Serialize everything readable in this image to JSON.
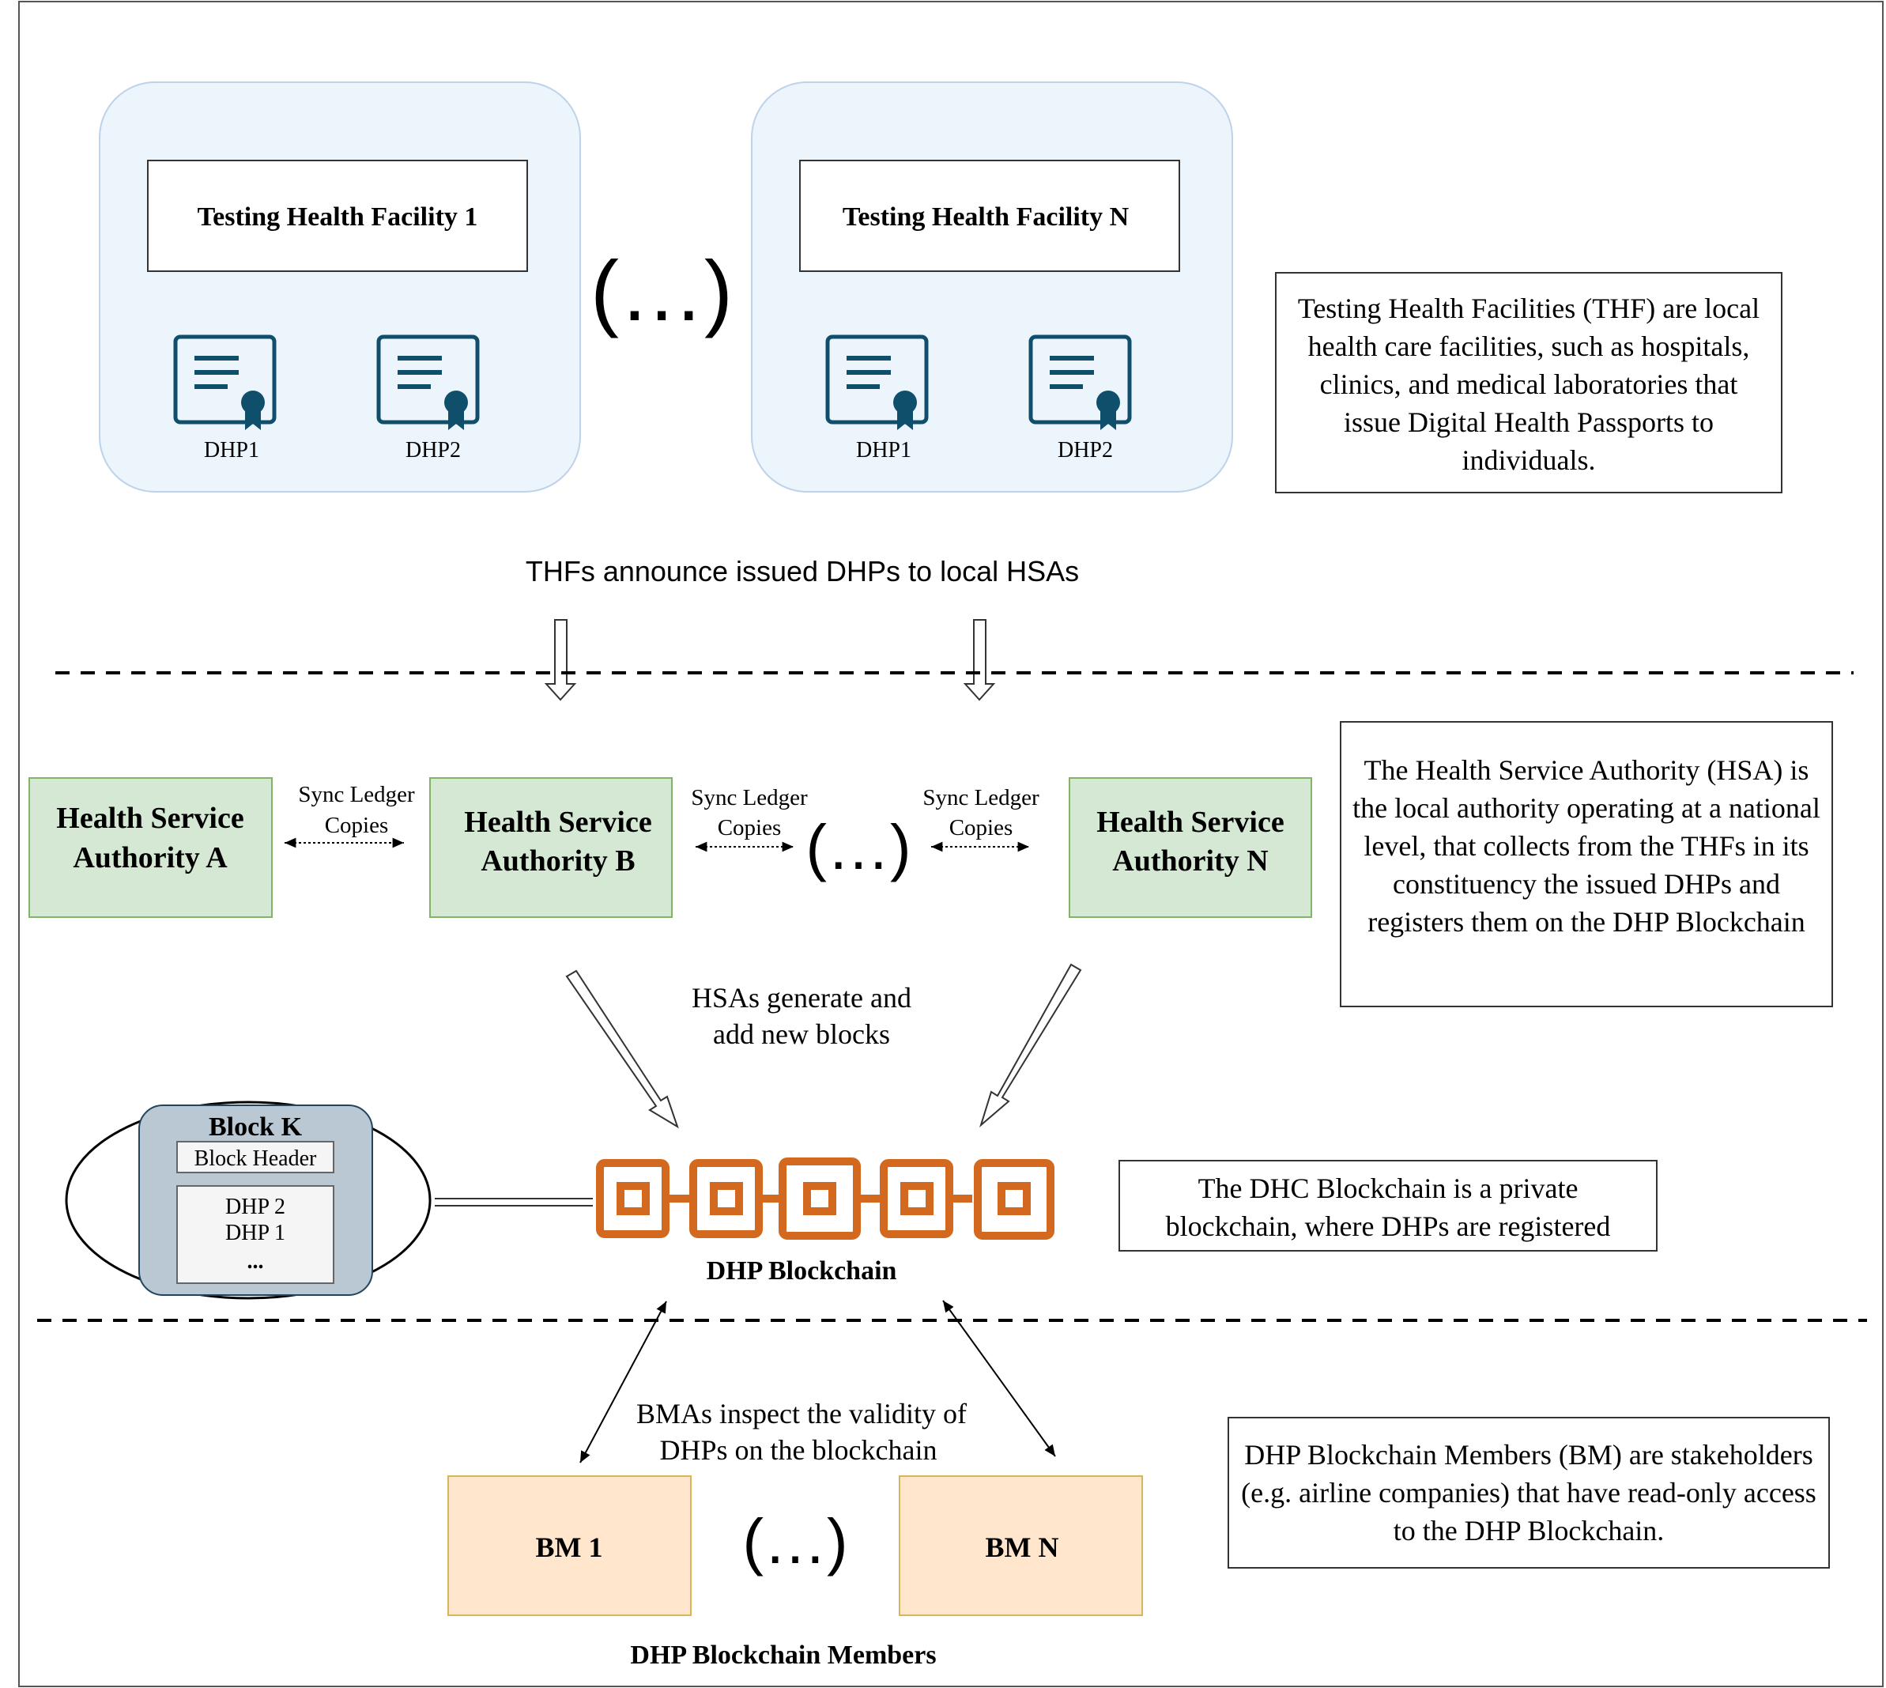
{
  "colors": {
    "facility_panel": "#ECF4FC",
    "facility_panel_border": "#BED2EA",
    "certificate_icon": "#0F4F6B",
    "hsa_fill": "#D5E8D4",
    "hsa_border": "#82B366",
    "bm_fill": "#FFE6CC",
    "bm_border": "#D6B656",
    "chain": "#D2691E",
    "block_fill": "#BAC8D3",
    "block_border": "#23445D"
  },
  "facilities": [
    {
      "title": "Testing Health Facility 1",
      "passports": [
        {
          "label": "DHP1",
          "icon": "certificate-icon"
        },
        {
          "label": "DHP2",
          "icon": "certificate-icon"
        }
      ]
    },
    {
      "title": "Testing Health Facility N",
      "passports": [
        {
          "label": "DHP1",
          "icon": "certificate-icon"
        },
        {
          "label": "DHP2",
          "icon": "certificate-icon"
        }
      ]
    }
  ],
  "facility_ellipsis": "(…)",
  "thf_description": "Testing Health Facilities (THF) are local health care facilities, such as hospitals, clinics, and medical laboratories that issue Digital Health Passports to individuals.",
  "announce_label": "THFs announce issued DHPs to local HSAs",
  "hsas": [
    {
      "line1": "Health Service",
      "line2": "Authority A"
    },
    {
      "line1": "Health Service",
      "line2": "Authority B"
    },
    {
      "line1": "Health Service",
      "line2": "Authority N"
    }
  ],
  "sync_labels": [
    {
      "line1": "Sync Ledger",
      "line2": "Copies"
    },
    {
      "line1": "Sync Ledger",
      "line2": "Copies"
    },
    {
      "line1": "Sync Ledger",
      "line2": "Copies"
    }
  ],
  "hsa_ellipsis": "(…)",
  "hsa_description": "The Health Service Authority (HSA) is the local authority operating at a national level, that collects from the THFs in its constituency the issued DHPs and registers them on the DHP Blockchain",
  "generate_label": {
    "line1": "HSAs generate and",
    "line2": "add new blocks"
  },
  "block": {
    "title": "Block K",
    "header": "Block Header",
    "entries": [
      "DHP 2",
      "DHP 1",
      "..."
    ]
  },
  "blockchain_label": "DHP Blockchain",
  "blockchain_description": "The DHC Blockchain is a private blockchain, where DHPs are registered",
  "inspect_label": {
    "line1": "BMAs inspect the validity of",
    "line2": "DHPs on the blockchain"
  },
  "members": [
    {
      "label": "BM 1"
    },
    {
      "label": "BM N"
    }
  ],
  "member_ellipsis": "(…)",
  "members_label": "DHP Blockchain Members",
  "bm_description": "DHP Blockchain Members (BM) are stakeholders (e.g. airline companies) that have read-only access to the DHP Blockchain."
}
